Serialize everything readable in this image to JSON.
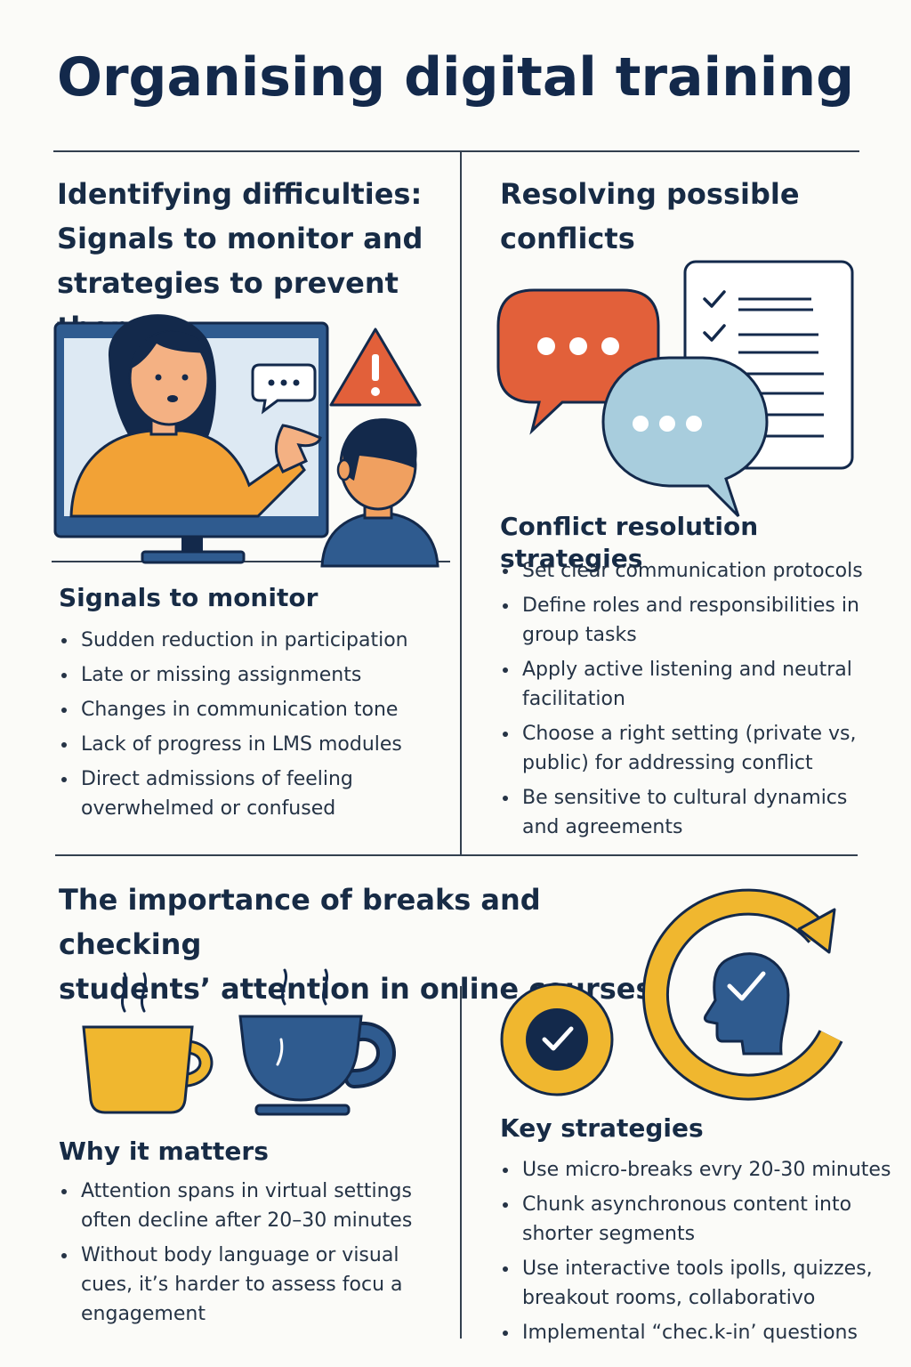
{
  "title": "Organising digital training",
  "section1": {
    "heading_lines": [
      "Identifying difficulties:",
      "Signals to monitor and",
      "strategies to prevent them"
    ],
    "signals_heading": "Signals to monitor",
    "signals": [
      "Sudden reduction in participation",
      "Late or missing assignments",
      "Changes in communication tone",
      "Lack of progress in LMS modules",
      "Direct admissions of feeling overwhelmed or confused"
    ]
  },
  "section2": {
    "heading_lines": [
      "Resolving possible",
      "conflicts"
    ],
    "strategies_heading": "Conflict resolution strategies",
    "strategies": [
      "Set clear communication protocols",
      "Define roles and responsibilities in group tasks",
      "Apply active listening and neutral facilitation",
      "Choose a right setting (private vs, public) for addressing conflict",
      "Be sensitive to cultural dynamics and agreements"
    ]
  },
  "section3": {
    "heading_lines": [
      "The importance of breaks and checking",
      "students’ attention in online courses"
    ],
    "why_heading": "Why it matters",
    "why": [
      "Attention spans in virtual settings often decline after 20–30 minutes",
      "Without body language or visual cues, it’s harder to assess focu a engagement"
    ],
    "key_heading": "Key strategies",
    "key": [
      "Use micro-breaks evry 20-30 minutes",
      "Chunk asynchronous content into shorter segments",
      "Use interactive tools ipolls, quizzes, breakout rooms,  collaborativo",
      "Implemental “chec.k-in’ questions"
    ]
  },
  "colors": {
    "navy": "#13294b",
    "blue": "#2f5b8f",
    "orange": "#f2a236",
    "red": "#e2603a",
    "lightblue": "#a8cddd",
    "yellow": "#f0b72f"
  },
  "icons": {
    "video_call": "video-call-illustration",
    "warning": "warning-icon",
    "chat": "chat-bubbles-icon",
    "checklist": "checklist-icon",
    "cups": "coffee-cup-icon",
    "check_badge": "check-badge-icon",
    "attention": "head-refresh-icon"
  }
}
